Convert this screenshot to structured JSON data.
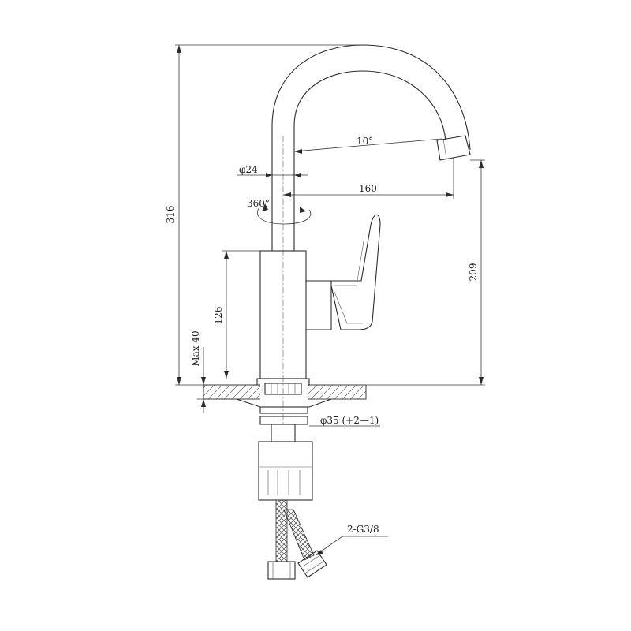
{
  "dimensions": {
    "height_total": "316",
    "spout_angle": "10°",
    "pipe_diameter": "φ24",
    "spout_reach": "160",
    "rotation": "360°",
    "spout_height": "209",
    "body_height": "126",
    "max_thickness": "Max 40",
    "hole_diameter": "φ35 (+2—1)",
    "connection": "2-G3/8"
  }
}
